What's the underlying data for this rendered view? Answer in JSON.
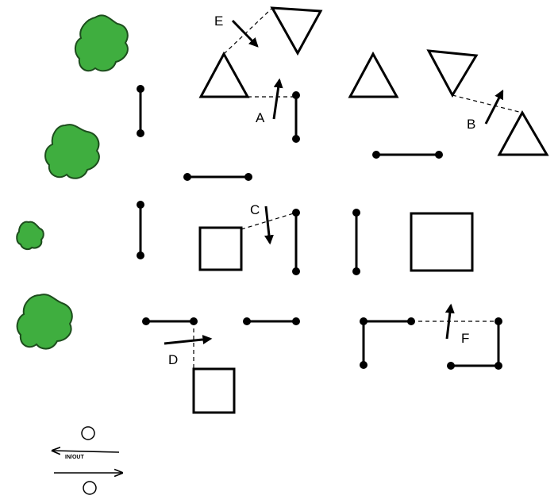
{
  "labels": {
    "a": "A",
    "b": "B",
    "c": "C",
    "d": "D",
    "e": "E",
    "f": "F"
  },
  "legend": {
    "in_out": "IN/OUT"
  },
  "colors": {
    "bush_fill": "#3fae3f",
    "stroke": "#000000"
  }
}
